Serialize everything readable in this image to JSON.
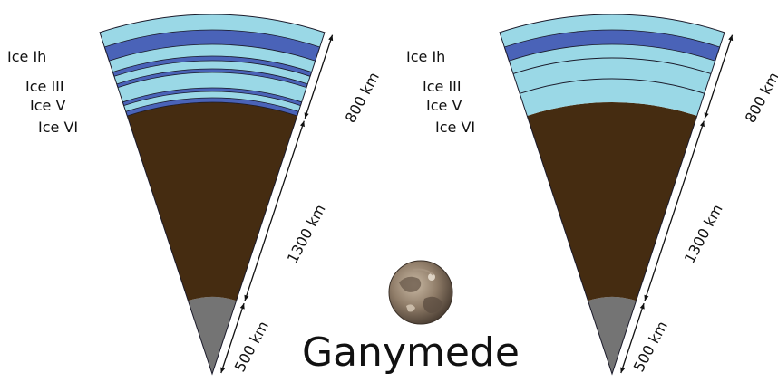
{
  "title": "Ganymede",
  "colors": {
    "ice_light": "#9ad8e6",
    "ice_dark": "#4a63b8",
    "mantle": "#452c11",
    "core": "#747474",
    "outline": "#1a1a2a"
  },
  "left_diagram": {
    "labels": {
      "ice_ih": "Ice Ih",
      "ice_iii": "Ice III",
      "ice_v": "Ice V",
      "ice_vi": "Ice VI"
    },
    "dimensions": {
      "outer": "800 km",
      "mantle": "1300 km",
      "core": "500 km"
    }
  },
  "right_diagram": {
    "labels": {
      "ice_ih": "Ice Ih",
      "ice_iii": "Ice III",
      "ice_v": "Ice V",
      "ice_vi": "Ice VI"
    },
    "dimensions": {
      "outer": "800 km",
      "mantle": "1300 km",
      "core": "500 km"
    }
  },
  "moon_image": {
    "icon": "ganymede-globe"
  }
}
